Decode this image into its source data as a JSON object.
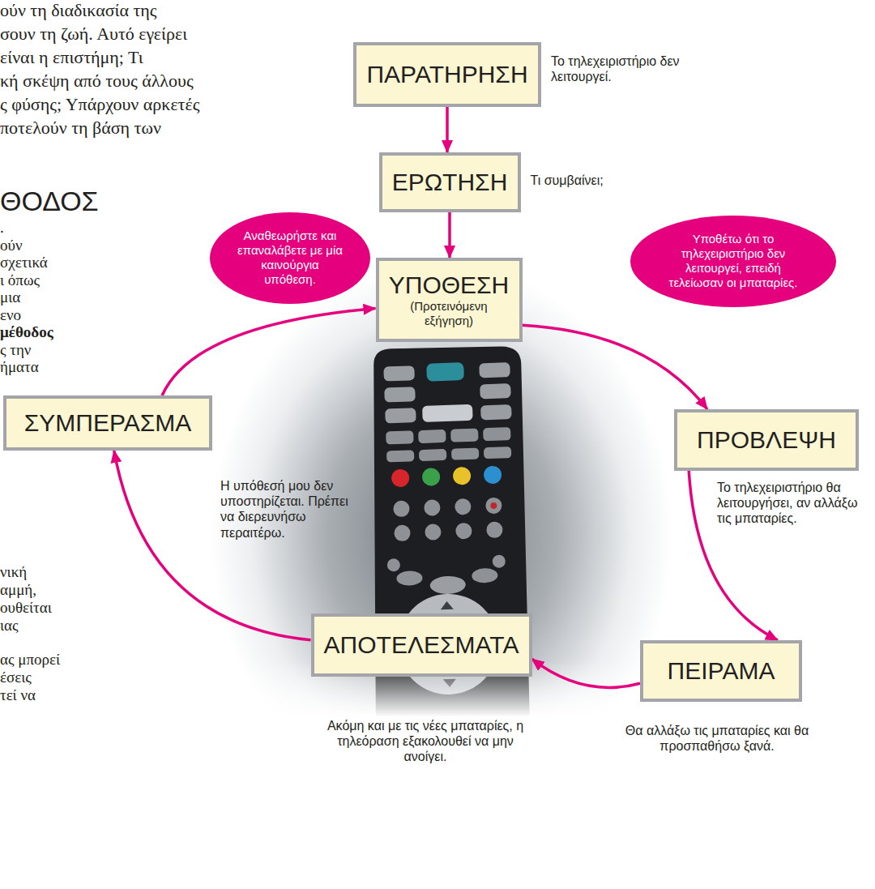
{
  "diagram": {
    "nodes": [
      {
        "text": [
          "ΠΑΡΑΤΗΡΗΣΗ"
        ]
      },
      {
        "text": [
          "ΕΡΩΤΗΣΗ"
        ]
      },
      {
        "text": [
          "Αναθεωρήστε και επαναλάβετε με μία καινούργια υπόθεση."
        ]
      },
      {
        "text": [
          "Υποθέτω ότι το τηλεχειριστήριο δεν λειτουργεί, επειδή τελείωσαν οι μπαταρίες."
        ]
      },
      {
        "text": [
          "ΥΠΟΘΕΣΗ",
          "(Προτεινόμενη εξήγηση)"
        ]
      },
      {
        "text": [
          "ΣΥΜΠΕΡΑΣΜΑ"
        ]
      },
      {
        "text": [
          "ΠΡΟΒΛΕΨΗ"
        ]
      },
      {
        "text": [
          "ΑΠΟΤΕΛΕΣΜΑΤΑ"
        ]
      },
      {
        "text": [
          "ΠΕΙΡΑΜΑ"
        ]
      }
    ],
    "edges": [
      {
        "from": 0,
        "to": 1,
        "arrow": "to"
      },
      {
        "from": 1,
        "to": 4,
        "arrow": "to"
      },
      {
        "from": 4,
        "to": 6,
        "arrow": "to"
      },
      {
        "from": 6,
        "to": 8,
        "arrow": "to"
      },
      {
        "from": 8,
        "to": 7,
        "arrow": "to"
      },
      {
        "from": 7,
        "to": 5,
        "arrow": "to"
      },
      {
        "from": 5,
        "to": 4,
        "arrow": "to"
      }
    ],
    "labels": [
      "ούν τη διαδικασία της",
      "σουν τη ζωή. Αυτό εγείρει",
      "είναι η επιστήμη; Τι",
      "κή σκέψη από τους άλλους",
      "ς φύσης; Υπάρχουν αρκετές",
      "ποτελούν τη βάση των",
      "ΘΟΔΟΣ",
      ".",
      "ούν",
      "σχετικά",
      "ι όπως",
      "μια",
      "ενο",
      "μέθοδος",
      "ς την",
      "ήματα",
      "Η υπόθεσή μου δεν υποστηρίζεται. Πρέπει να διερευνήσω περαιτέρω.",
      "νική",
      "αμμή,",
      "ουθείται",
      "ιας",
      "ας μπορεί",
      "έσεις",
      "τεί να",
      "Το τηλεχειριστήριο δεν λειτουργεί.",
      "Τι συμβαίνει;",
      "Το τηλεχειριστήριο θα λειτουργήσει, αν αλλάξω τις μπαταρίες.",
      "Θα αλλάξω τις μπαταρίες και θα προσπαθήσω ξανά.",
      "Ακόμη και με τις νέες μπαταρίες, η τηλεόραση εξακολουθεί να μην ανοίγει."
    ]
  }
}
